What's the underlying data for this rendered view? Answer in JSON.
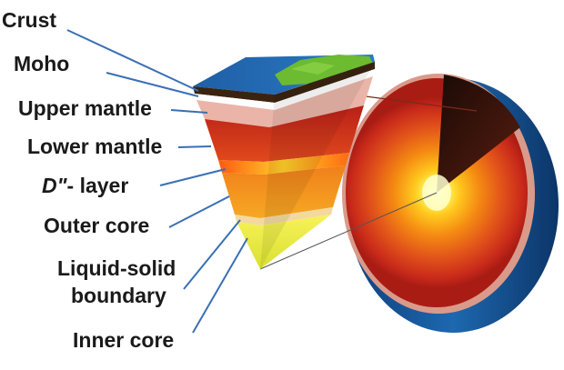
{
  "labels": {
    "crust": "Crust",
    "moho": "Moho",
    "upper_mantle": "Upper mantle",
    "lower_mantle": "Lower mantle",
    "d_layer_symbol": "D\"",
    "d_layer_suffix": "- layer",
    "outer_core": "Outer core",
    "liquid_solid_line1": "Liquid-solid",
    "liquid_solid_line2": "boundary",
    "inner_core": "Inner core"
  },
  "colors": {
    "leader_line": "#3a6fb5",
    "ocean_blue": "#1d62a8",
    "land_green": "#69b72f",
    "crust_dark": "#3a2410",
    "mantle_red": "#c8261b",
    "outer_core_orange": "#f07a12",
    "inner_core_yellow": "#ffe93a"
  }
}
